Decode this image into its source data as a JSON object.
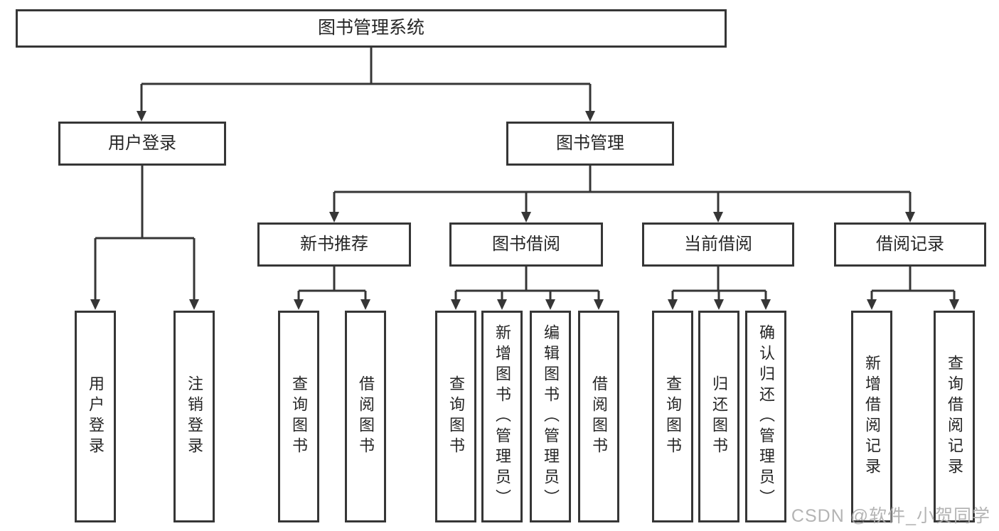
{
  "diagram": {
    "title": "图书管理系统",
    "root": {
      "label": "图书管理系统"
    },
    "branches": [
      {
        "label": "用户登录",
        "children": [
          {
            "label": "用户登录"
          },
          {
            "label": "注销登录"
          }
        ]
      },
      {
        "label": "图书管理",
        "children": [
          {
            "label": "新书推荐",
            "children": [
              {
                "label": "查询图书"
              },
              {
                "label": "借阅图书"
              }
            ]
          },
          {
            "label": "图书借阅",
            "children": [
              {
                "label": "查询图书"
              },
              {
                "label": "新增图书（管理员）"
              },
              {
                "label": "编辑图书（管理员）"
              },
              {
                "label": "借阅图书"
              }
            ]
          },
          {
            "label": "当前借阅",
            "children": [
              {
                "label": "查询图书"
              },
              {
                "label": "归还图书"
              },
              {
                "label": "确认归还（管理员）"
              }
            ]
          },
          {
            "label": "借阅记录",
            "children": [
              {
                "label": "新增借阅记录"
              },
              {
                "label": "查询借阅记录"
              }
            ]
          }
        ]
      }
    ]
  },
  "watermark": {
    "text": "CSDN @软件_小贺同学"
  },
  "colors": {
    "line": "#363636",
    "box_border": "#363636",
    "text": "#262626",
    "watermark": "#aeaeae",
    "background": "#ffffff"
  }
}
